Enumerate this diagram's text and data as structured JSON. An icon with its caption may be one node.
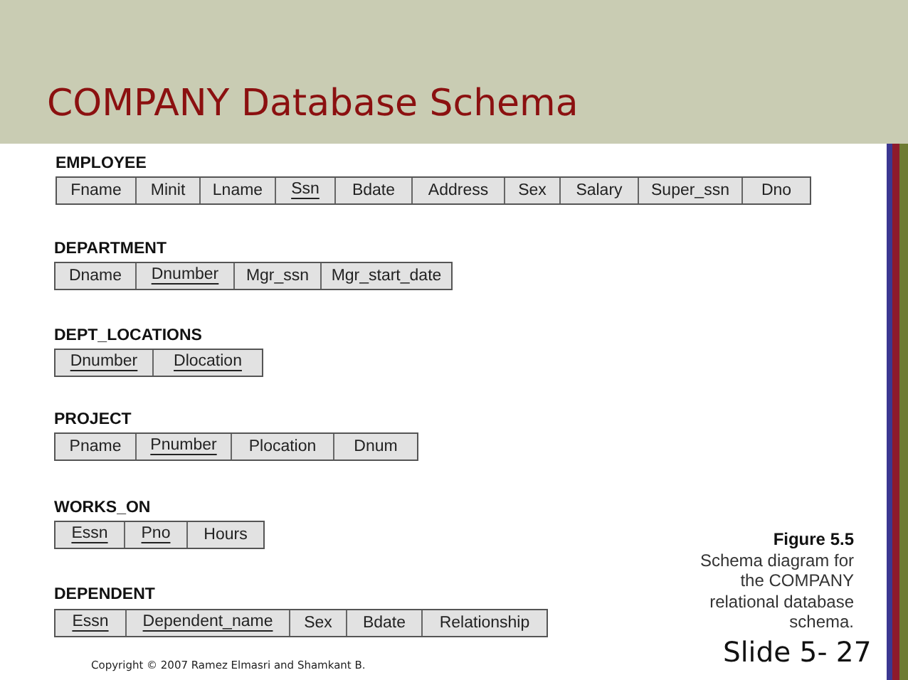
{
  "diagram": {
    "title": "COMPANY Database Schema",
    "caption": "**Figure 5.5** Schema diagram for the COMPANY relational database schema.",
    "nodes": [
      {
        "text": [
          "EMPLOYEE"
        ]
      },
      {
        "text": [
          "Fname"
        ],
        "in": 0
      },
      {
        "text": [
          "Minit"
        ],
        "in": 0
      },
      {
        "text": [
          "Lname"
        ],
        "in": 0
      },
      {
        "text": [
          "Ssn"
        ],
        "in": 0
      },
      {
        "text": [
          "Bdate"
        ],
        "in": 0
      },
      {
        "text": [
          "Address"
        ],
        "in": 0
      },
      {
        "text": [
          "Sex"
        ],
        "in": 0
      },
      {
        "text": [
          "Salary"
        ],
        "in": 0
      },
      {
        "text": [
          "Super_ssn"
        ],
        "in": 0
      },
      {
        "text": [
          "Dno"
        ],
        "in": 0
      },
      {
        "text": [
          "DEPARTMENT"
        ]
      },
      {
        "text": [
          "Dname"
        ],
        "in": 11
      },
      {
        "text": [
          "Dnumber"
        ],
        "in": 11
      },
      {
        "text": [
          "Mgr_ssn"
        ],
        "in": 11
      },
      {
        "text": [
          "Mgr_start_date"
        ],
        "in": 11
      },
      {
        "text": [
          "DEPT_LOCATIONS"
        ]
      },
      {
        "text": [
          "Dnumber"
        ],
        "in": 16
      },
      {
        "text": [
          "Dlocation"
        ],
        "in": 16
      },
      {
        "text": [
          "PROJECT"
        ]
      },
      {
        "text": [
          "Pname"
        ],
        "in": 19
      },
      {
        "text": [
          "Pnumber"
        ],
        "in": 19
      },
      {
        "text": [
          "Plocation"
        ],
        "in": 19
      },
      {
        "text": [
          "Dnum"
        ],
        "in": 19
      },
      {
        "text": [
          "WORKS_ON"
        ]
      },
      {
        "text": [
          "Essn"
        ],
        "in": 24
      },
      {
        "text": [
          "Pno"
        ],
        "in": 24
      },
      {
        "text": [
          "Hours"
        ],
        "in": 24
      },
      {
        "text": [
          "DEPENDENT"
        ]
      },
      {
        "text": [
          "Essn"
        ],
        "in": 28
      },
      {
        "text": [
          "Dependent_name"
        ],
        "in": 28
      },
      {
        "text": [
          "Sex"
        ],
        "in": 28
      },
      {
        "text": [
          "Bdate"
        ],
        "in": 28
      },
      {
        "text": [
          "Relationship"
        ],
        "in": 28
      }
    ],
    "labels": [
      "Slide 5- 27",
      "Copyright © 2007 Ramez Elmasri and Shamkant B."
    ]
  }
}
